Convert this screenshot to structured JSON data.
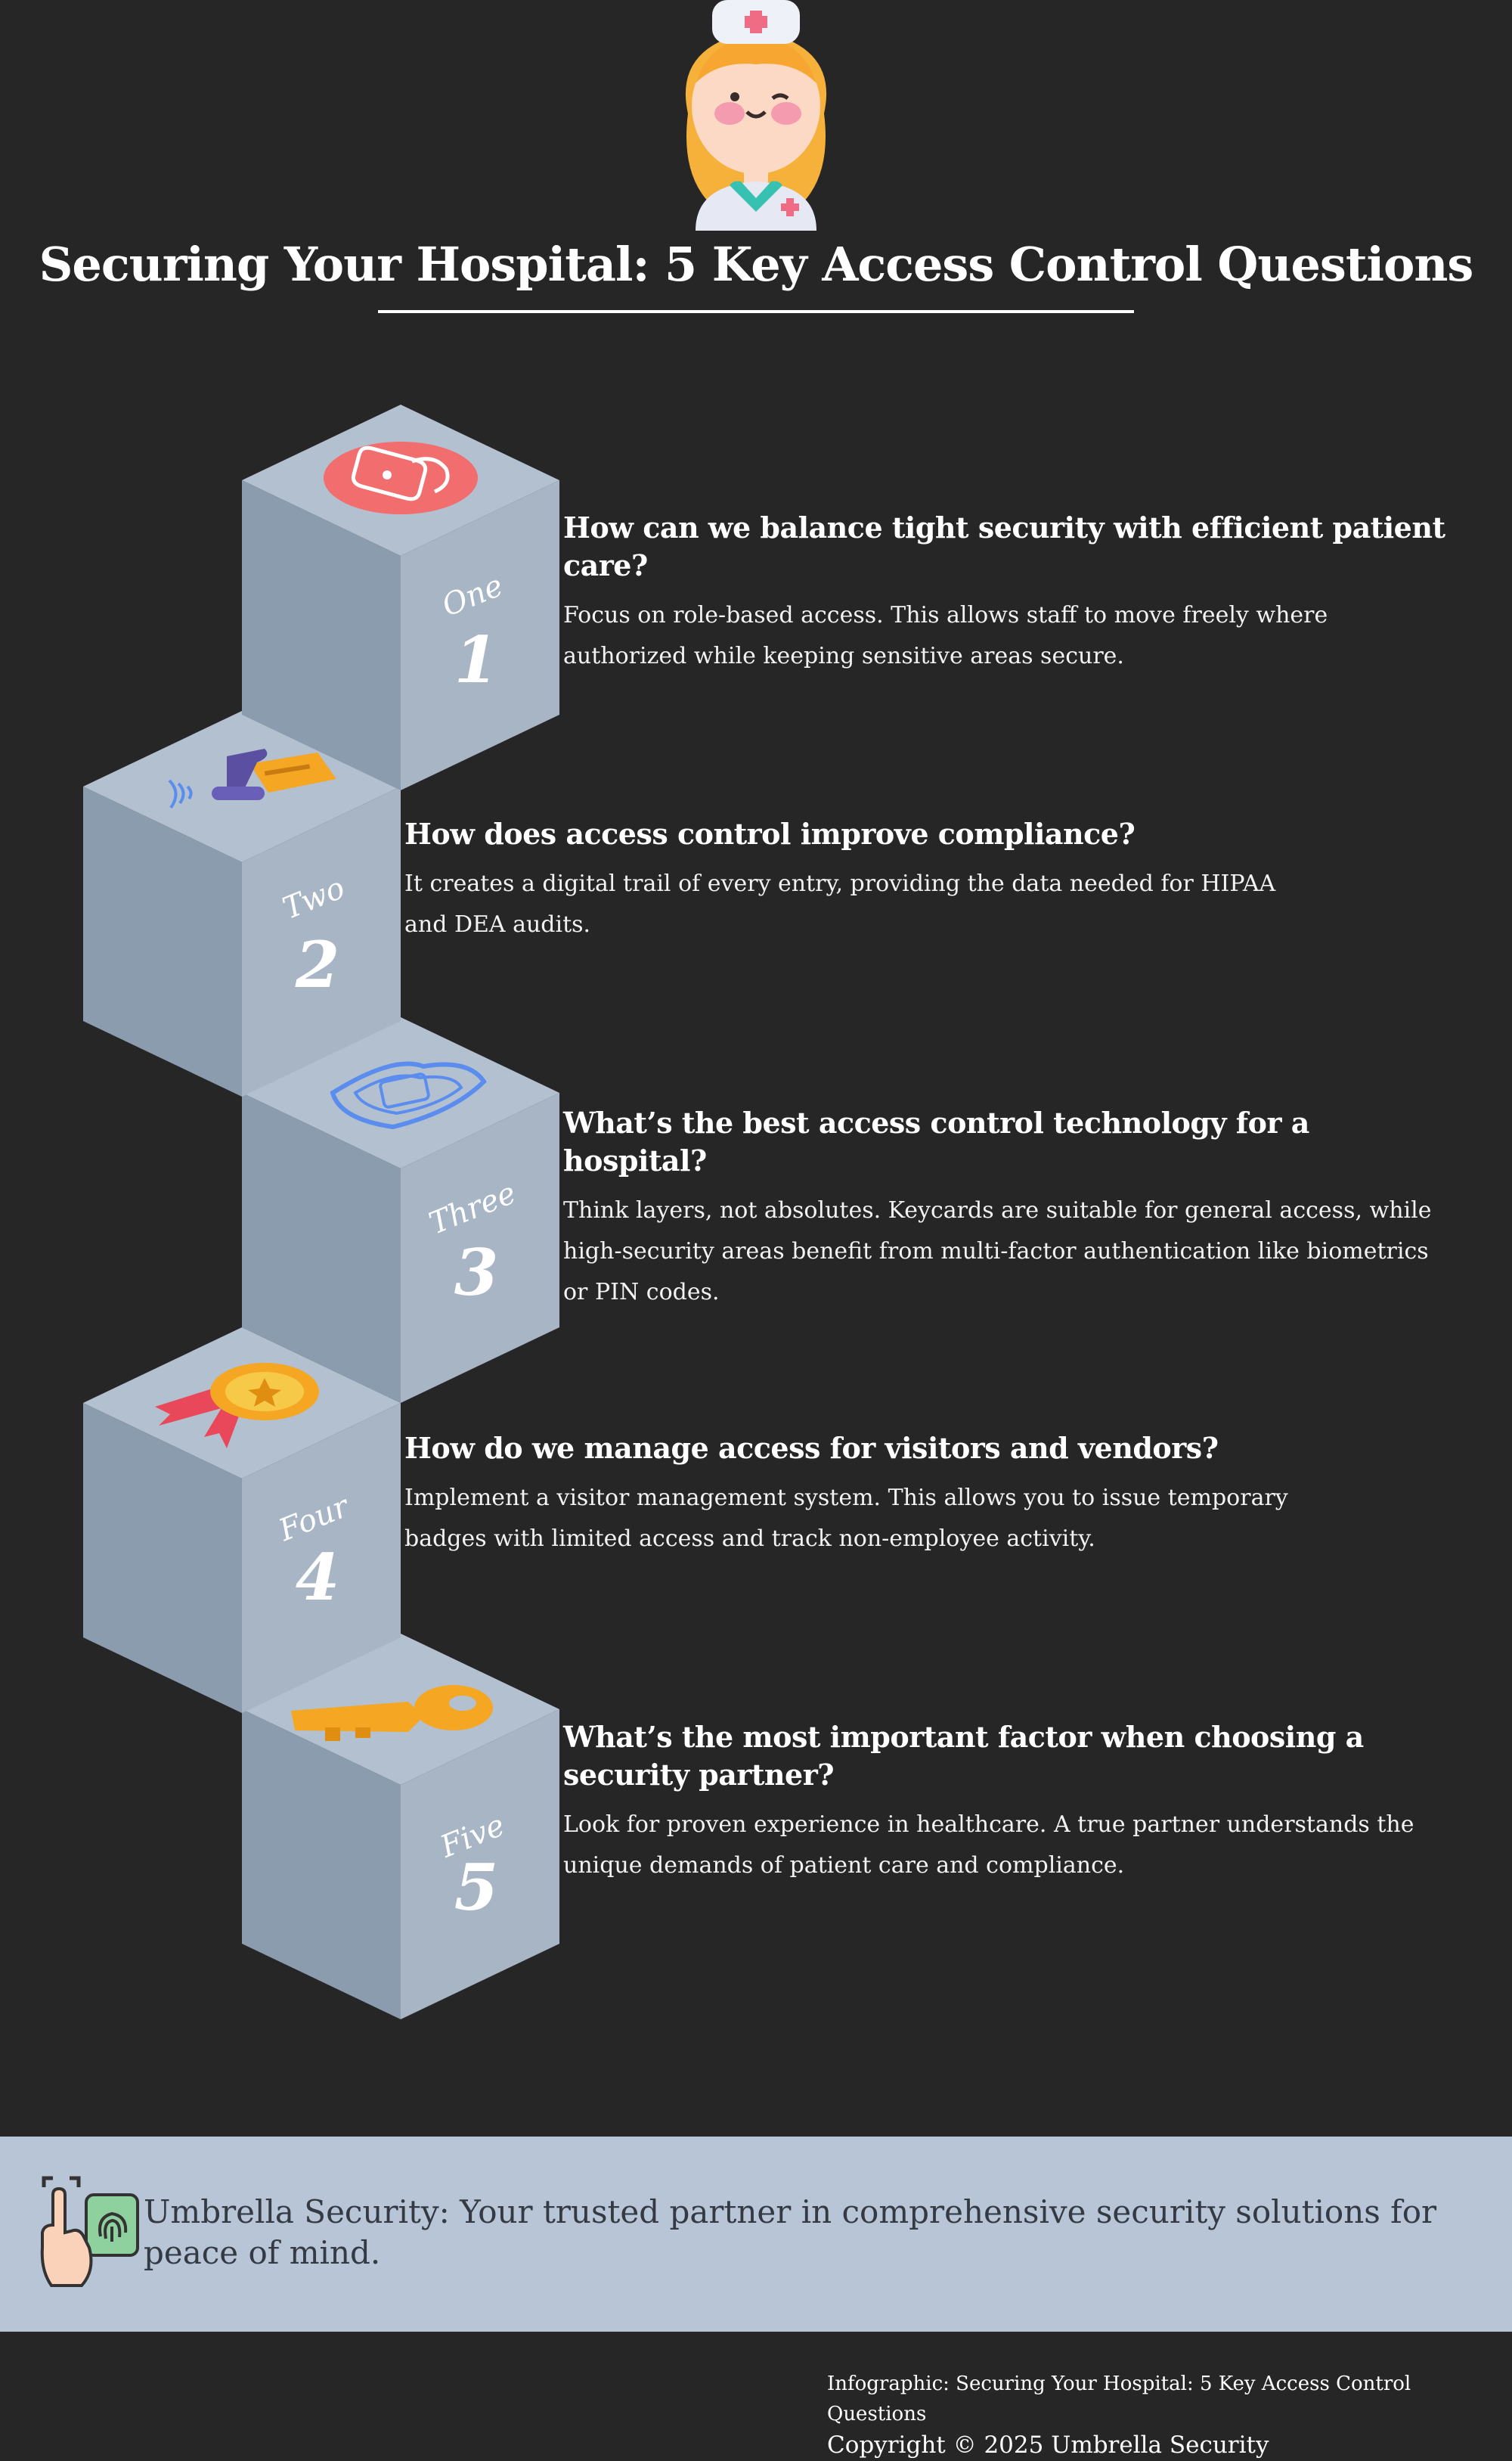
{
  "header": {
    "title": "Securing Your Hospital: 5 Key Access Control Questions"
  },
  "steps": [
    {
      "word": "One",
      "num": "1",
      "question": "How can we balance tight security with efficient patient care?",
      "answer": "Focus on role-based access. This allows staff to move freely where authorized while keeping sensitive areas secure."
    },
    {
      "word": "Two",
      "num": "2",
      "question": "How does access control improve compliance?",
      "answer": "It creates a digital trail of every entry, providing the data needed for HIPAA and DEA audits."
    },
    {
      "word": "Three",
      "num": "3",
      "question": "What’s the best access control technology for a hospital?",
      "answer": "Think layers, not absolutes. Keycards are suitable for general access, while high-security areas benefit from multi-factor authentication like biometrics or PIN codes."
    },
    {
      "word": "Four",
      "num": "4",
      "question": "How do we manage access for visitors and vendors?",
      "answer": "Implement a visitor management system. This allows you to issue temporary badges with limited access and track non-employee activity."
    },
    {
      "word": "Five",
      "num": "5",
      "question": "What’s the most important factor when choosing a security partner?",
      "answer": "Look for proven experience in healthcare. A true partner understands the unique demands of patient care and compliance."
    }
  ],
  "footer": {
    "message": "Umbrella Security: Your trusted partner in comprehensive security solutions for peace of mind.",
    "credit_line": "Infographic: Securing Your Hospital: 5 Key Access Control Questions",
    "copyright": "Copyright © 2025 Umbrella Security"
  },
  "colors": {
    "background": "#262627",
    "cube_top": "#b3c0cf",
    "cube_left": "#8b9caf",
    "cube_right": "#a7b5c5",
    "footer_band": "#b8c5d6"
  },
  "icons": [
    "nurse-icon",
    "padlock-icon",
    "keycard-reader-icon",
    "shield-id-icon",
    "medal-icon",
    "key-icon",
    "fingerprint-hand-icon"
  ]
}
